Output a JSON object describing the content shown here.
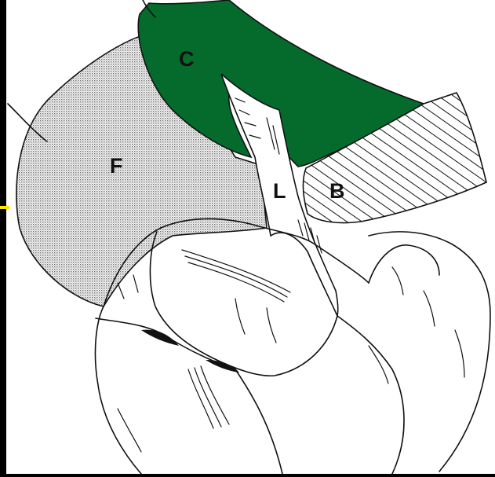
{
  "colors": {
    "background": "#ffffff",
    "frame": "#000000",
    "region_c_fill": "#046b2c",
    "stipple_dot": "#6a6a6a",
    "hatch_line": "#111111",
    "accent_marker": "#ffe400",
    "line": "#111111"
  },
  "labels": {
    "c": "C",
    "f": "F",
    "l": "L",
    "b": "B"
  },
  "regions": {
    "c": {
      "fill": "solid",
      "icon": "solid-green-region"
    },
    "f": {
      "fill": "stippled",
      "icon": "dotted-pattern-region"
    },
    "b": {
      "fill": "diagonal-hatch",
      "icon": "hatched-region"
    },
    "l": {
      "fill": "white-outline",
      "icon": "ligament-strip"
    }
  }
}
